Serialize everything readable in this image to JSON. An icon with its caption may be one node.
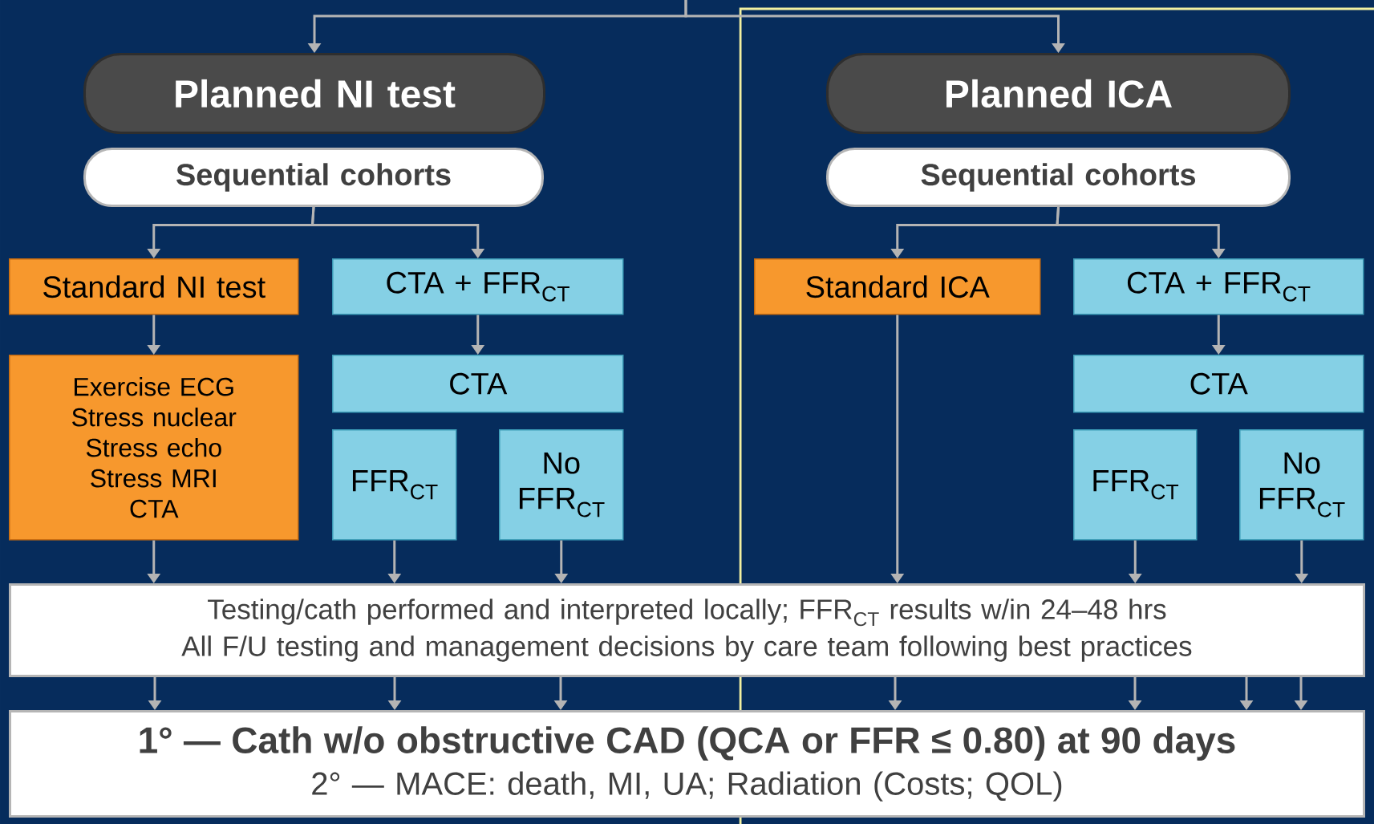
{
  "diagram": {
    "nodes": [
      {
        "text": [
          "Planned NI test"
        ]
      },
      {
        "text": [
          "Sequential cohorts"
        ]
      },
      {
        "text": [
          "Planned ICA"
        ]
      },
      {
        "text": [
          "Sequential cohorts"
        ]
      },
      {
        "text": [
          "Standard NI test"
        ]
      },
      {
        "text": [
          "CTA + FFR$_{CT}$"
        ]
      },
      {
        "text": [
          "Standard ICA"
        ]
      },
      {
        "text": [
          "CTA + FFR$_{CT}$"
        ]
      },
      {
        "text": [
          "Exercise ECG",
          "Stress nuclear",
          "Stress echo",
          "Stress MRI",
          "CTA"
        ]
      },
      {
        "text": [
          "CTA"
        ]
      },
      {
        "text": [
          "FFR$_{CT}$"
        ]
      },
      {
        "text": [
          "No FFR$_{CT}$"
        ]
      },
      {
        "text": [
          "CTA"
        ]
      },
      {
        "text": [
          "FFR$_{CT}$"
        ]
      },
      {
        "text": [
          "No FFR$_{CT}$"
        ]
      },
      {
        "text": [
          "Testing/cath performed and interpreted locally; FFR$_{CT}$ results w/in 24–48 hrs",
          "All F/U testing and management decisions by care team following best practices"
        ]
      },
      {
        "text": [
          "1° — Cath w/o obstructive CAD (QCA or FFR ≤ 0.80) at 90 days",
          "2° — MACE: death, MI, UA; Radiation (Costs; QOL)"
        ]
      }
    ],
    "edges": [
      {
        "from": null,
        "to": 0,
        "arrow": "to"
      },
      {
        "from": null,
        "to": 2,
        "arrow": "to"
      },
      {
        "from": 1,
        "to": 4,
        "arrow": "to"
      },
      {
        "from": 1,
        "to": 5,
        "arrow": "to"
      },
      {
        "from": 3,
        "to": 6,
        "arrow": "to"
      },
      {
        "from": 3,
        "to": 7,
        "arrow": "to"
      },
      {
        "from": 4,
        "to": 8,
        "arrow": "to"
      },
      {
        "from": 5,
        "to": 9,
        "arrow": "to"
      },
      {
        "from": 7,
        "to": 12,
        "arrow": "to"
      },
      {
        "from": 8,
        "to": 15,
        "arrow": "to"
      },
      {
        "from": 10,
        "to": 15,
        "arrow": "to"
      },
      {
        "from": 11,
        "to": 15,
        "arrow": "to"
      },
      {
        "from": 6,
        "to": 15,
        "arrow": "to"
      },
      {
        "from": 13,
        "to": 15,
        "arrow": "to"
      },
      {
        "from": 14,
        "to": 15,
        "arrow": "to"
      },
      {
        "from": 15,
        "to": 16,
        "arrow": "to"
      },
      {
        "from": 15,
        "to": 16,
        "arrow": "to"
      },
      {
        "from": 15,
        "to": 16,
        "arrow": "to"
      },
      {
        "from": 15,
        "to": 16,
        "arrow": "to"
      },
      {
        "from": 15,
        "to": 16,
        "arrow": "to"
      },
      {
        "from": 15,
        "to": 16,
        "arrow": "to"
      },
      {
        "from": 15,
        "to": 16,
        "arrow": "to"
      }
    ]
  }
}
